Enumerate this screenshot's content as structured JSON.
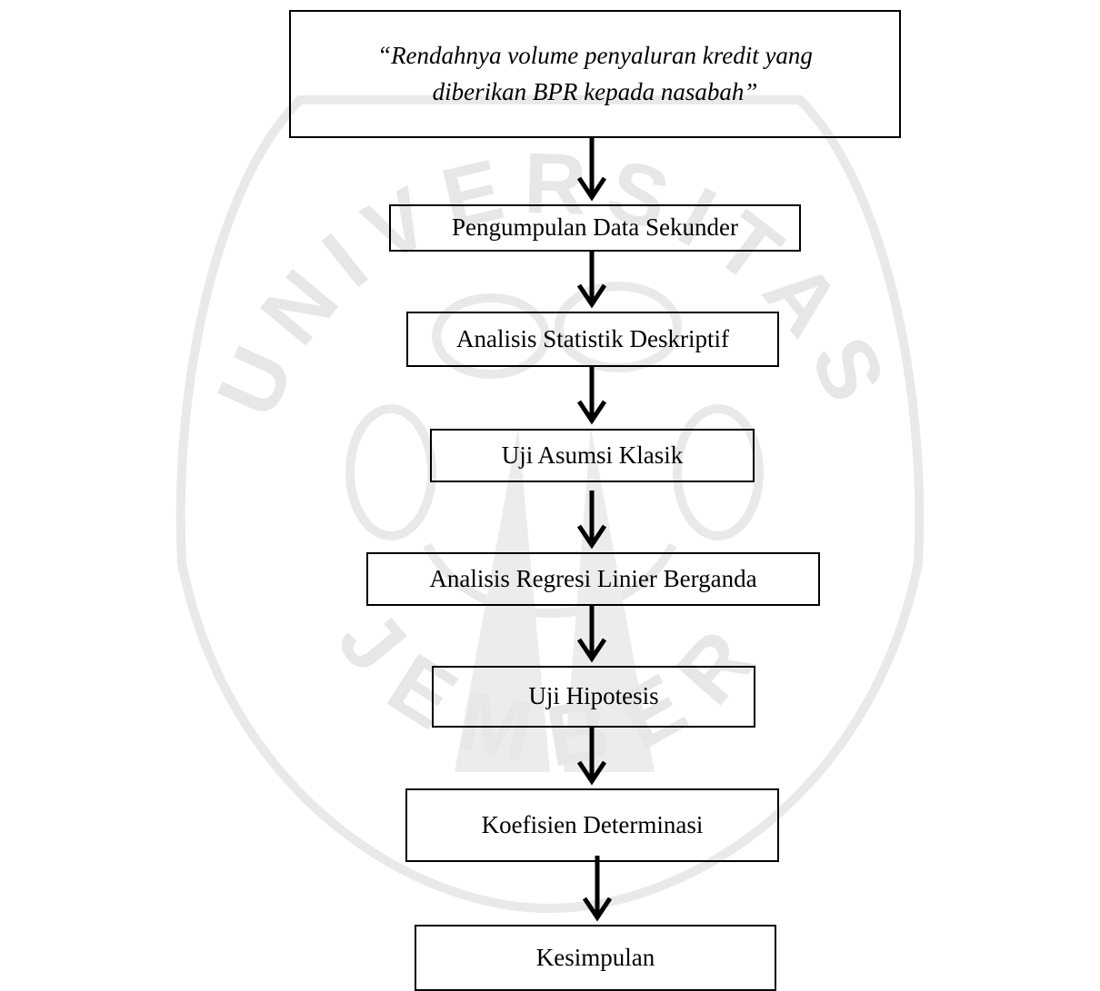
{
  "watermark": {
    "text": "UNIVERSITAS JEMBER",
    "color": "#e7e7e7"
  },
  "flow": {
    "problem": "“Rendahnya volume penyaluran kredit yang diberikan BPR kepada nasabah”",
    "steps": [
      "Pengumpulan Data Sekunder",
      "Analisis Statistik Deskriptif",
      "Uji Asumsi Klasik",
      "Analisis Regresi Linier Berganda",
      "Uji Hipotesis",
      "Koefisien Determinasi",
      "Kesimpulan"
    ]
  }
}
